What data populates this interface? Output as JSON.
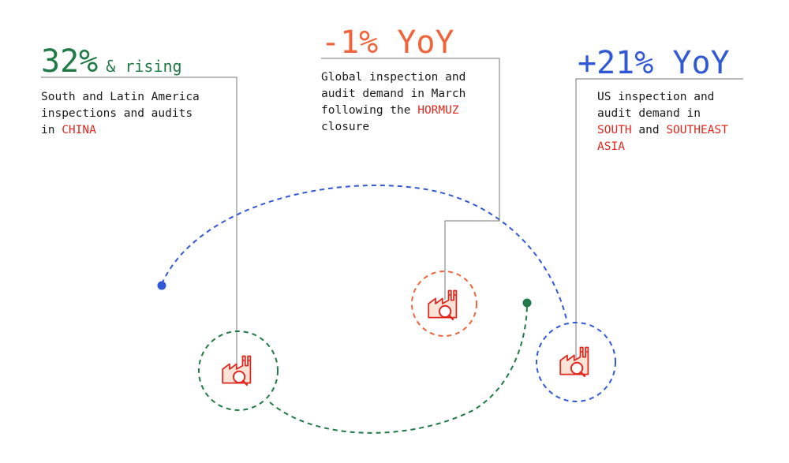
{
  "colors": {
    "green": "#1f7a45",
    "orange": "#f0643c",
    "blue": "#3158d6",
    "red": "#e0281e",
    "rule": "#777777",
    "factory_fill": "#fbe3d8"
  },
  "callouts": [
    {
      "id": "china",
      "big": "32%",
      "suffix": "& rising",
      "lines": [
        [
          {
            "t": "South and Latin America"
          }
        ],
        [
          {
            "t": "inspections and audits"
          }
        ],
        [
          {
            "t": "in "
          },
          {
            "t": "CHINA",
            "hl": true
          }
        ]
      ]
    },
    {
      "id": "hormuz",
      "big": "-1% YoY",
      "suffix": "",
      "lines": [
        [
          {
            "t": "Global inspection and"
          }
        ],
        [
          {
            "t": "audit demand in March"
          }
        ],
        [
          {
            "t": "following the "
          },
          {
            "t": "HORMUZ",
            "hl": true
          }
        ],
        [
          {
            "t": "closure"
          }
        ]
      ]
    },
    {
      "id": "us",
      "big": "+21% YoY",
      "suffix": "",
      "lines": [
        [
          {
            "t": "US inspection and"
          }
        ],
        [
          {
            "t": "audit demand in"
          }
        ],
        [
          {
            "t": "SOUTH",
            "hl": true
          },
          {
            "t": " and "
          },
          {
            "t": "SOUTHEAST",
            "hl": true
          }
        ],
        [
          {
            "t": "ASIA",
            "hl": true
          }
        ]
      ]
    }
  ],
  "icons": [
    "factory-magnifier-icon",
    "factory-magnifier-icon",
    "factory-magnifier-icon"
  ]
}
